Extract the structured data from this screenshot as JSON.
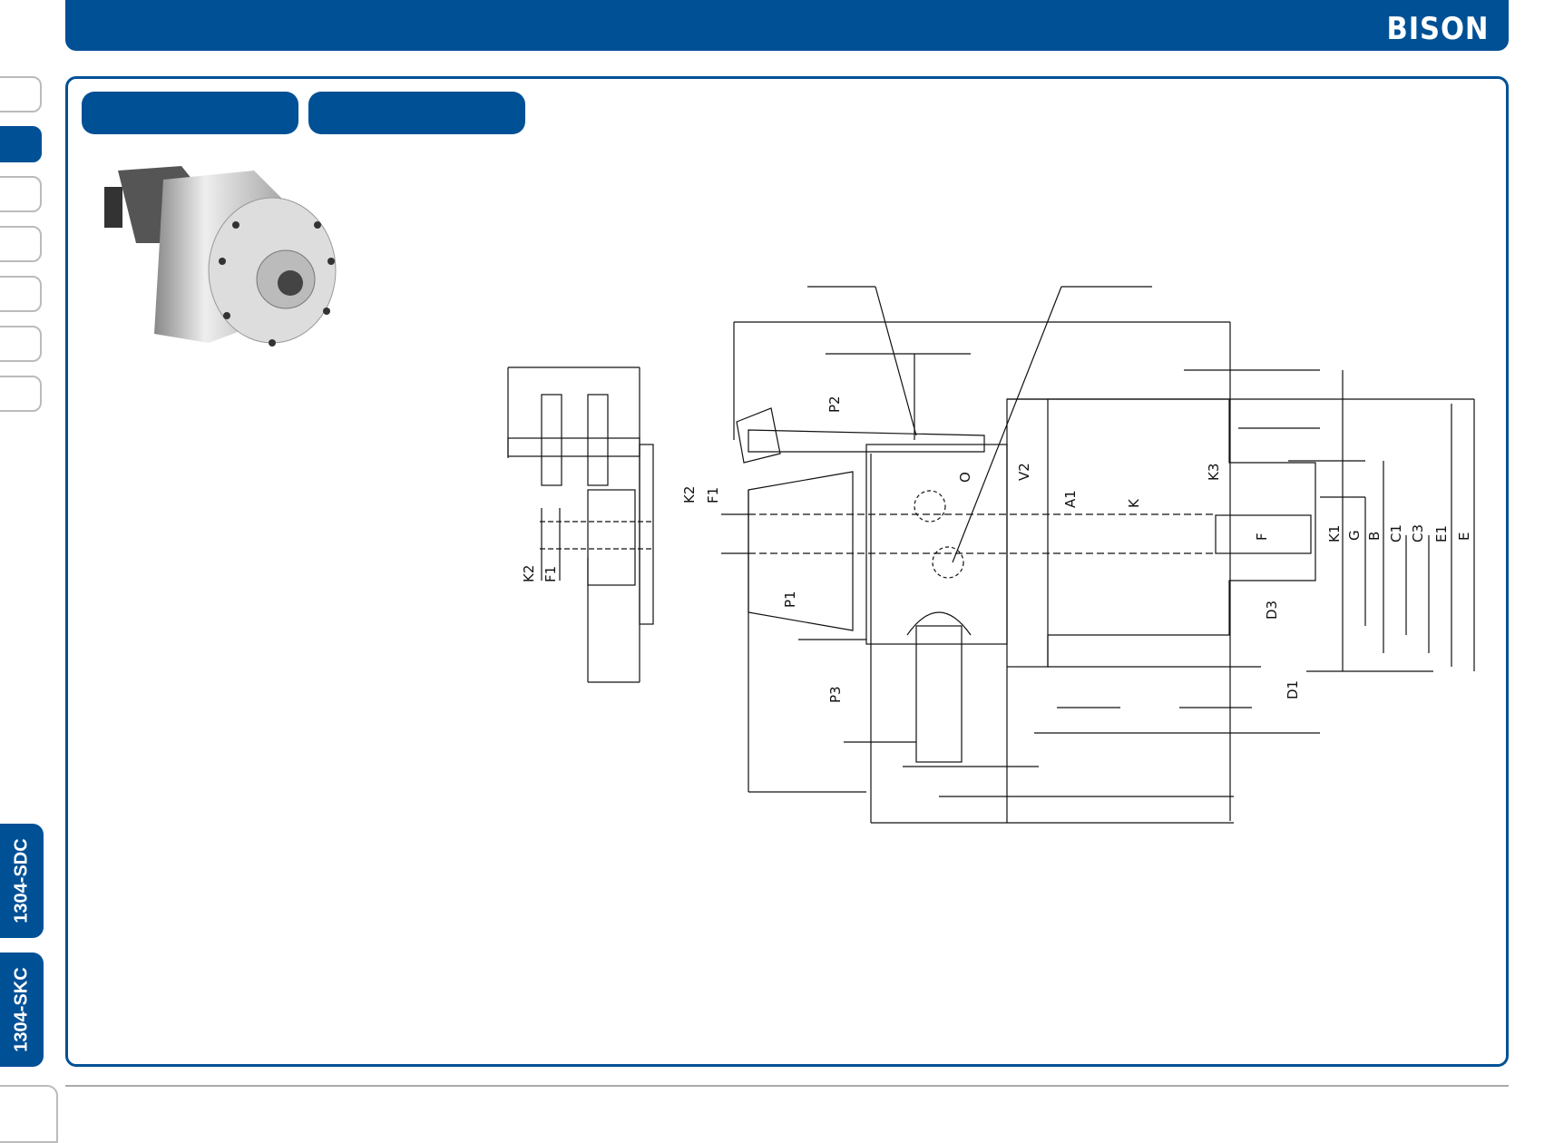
{
  "brand": {
    "logo": "BISON",
    "color": "#005096"
  },
  "side_tabs": [
    "1304-SDC",
    "1304-SKC"
  ],
  "drawing": {
    "main_labels": {
      "P2": "P2",
      "K2": "K2",
      "F1": "F1",
      "P1": "P1",
      "P3": "P3",
      "V2": "V2",
      "A1": "A1",
      "K": "K",
      "K3": "K3",
      "F": "F",
      "K1": "K1",
      "G": "G",
      "B": "B",
      "C1": "C1",
      "C3": "C3",
      "E1": "E1",
      "E": "E",
      "D3": "D3",
      "D1": "D1",
      "O": "O"
    },
    "side_labels": {
      "K2": "K2",
      "F1": "F1"
    }
  }
}
